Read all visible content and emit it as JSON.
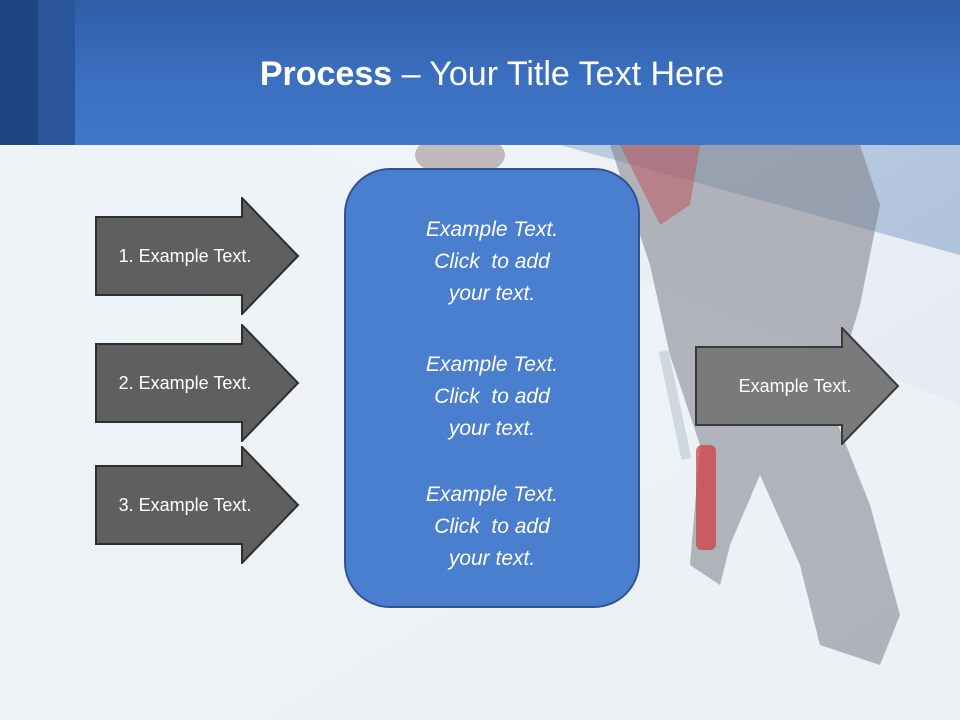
{
  "slide": {
    "title_bold": "Process",
    "title_rest": " – Your Title Text Here"
  },
  "left_arrows": [
    {
      "label": "1. Example Text."
    },
    {
      "label": "2. Example Text."
    },
    {
      "label": "3. Example Text."
    }
  ],
  "center_box": {
    "blocks": [
      {
        "lines": [
          "Example Text.",
          "Click  to add",
          "your text."
        ]
      },
      {
        "lines": [
          "Example Text.",
          "Click  to add",
          "your text."
        ]
      },
      {
        "lines": [
          "Example Text.",
          "Click  to add",
          "your text."
        ]
      }
    ]
  },
  "right_arrow": {
    "label": "Example Text."
  },
  "colors": {
    "header_blue": "#3b6fbf",
    "arrow_dark": "#5f5f5f",
    "arrow_mid": "#7a7a7a",
    "box_blue": "#4a7fcf"
  }
}
